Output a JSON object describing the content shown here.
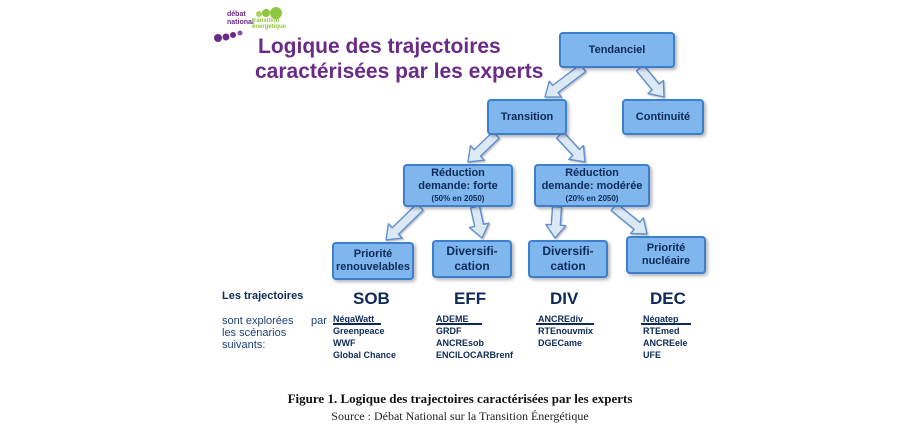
{
  "logo": {
    "line1": "débat",
    "line2": "national",
    "line3": "transition",
    "line4": "énergétique",
    "colors": {
      "purple": "#6b2a88",
      "green": "#8dc63f"
    }
  },
  "title": {
    "line1": "Logique des trajectoires",
    "line2": "caractérisées par les experts"
  },
  "nodes": {
    "tendanciel": "Tendanciel",
    "transition": "Transition",
    "continuite": "Continuité",
    "reduction_forte": {
      "line1": "Réduction",
      "line2": "demande: forte",
      "sub": "(50% en 2050)"
    },
    "reduction_moderee": {
      "line1": "Réduction",
      "line2": "demande: modérée",
      "sub": "(20% en 2050)"
    },
    "priorite_renouvelables": {
      "line1": "Priorité",
      "line2": "renouvelables"
    },
    "diversification_eff": {
      "line1": "Diversifi-",
      "line2": "cation"
    },
    "diversification_div": {
      "line1": "Diversifi-",
      "line2": "cation"
    },
    "priorite_nucleaire": {
      "line1": "Priorité",
      "line2": "nucléaire"
    }
  },
  "trajectories": {
    "label": "Les trajectoires",
    "explored_line1": "sont explorées",
    "explored_line2": "les scénarios",
    "explored_line3": "suivants:",
    "par": "par",
    "groups": [
      {
        "code": "SOB",
        "scenarios": [
          "NégaWatt",
          "Greenpeace",
          "WWF",
          "Global Chance"
        ]
      },
      {
        "code": "EFF",
        "scenarios": [
          "ADEME",
          "GRDF",
          "ANCREsob",
          "ENCILOCARBrenf"
        ]
      },
      {
        "code": "DIV",
        "scenarios": [
          "ANCREdiv",
          "RTEnouvmix",
          "DGECame"
        ]
      },
      {
        "code": "DEC",
        "scenarios": [
          "Négatep",
          "RTEmed",
          "ANCREele",
          "UFE"
        ]
      }
    ]
  },
  "caption": {
    "figure": "Figure 1. Logique des trajectoires caractérisées par les experts",
    "source": "Source : Débat National sur la Transition Énergétique"
  },
  "colors": {
    "box_fill": "#7fb6ee",
    "box_border": "#3d7fcb",
    "box_text": "#0d2a58",
    "arrow_fill": "#dde8f5",
    "arrow_stroke": "#5f8fcf"
  }
}
